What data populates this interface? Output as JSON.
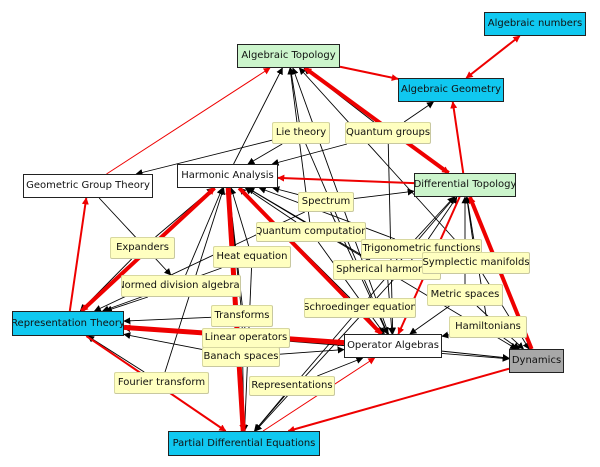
{
  "diagram": {
    "colors": {
      "edge_black": "#000000",
      "edge_red": "#ee0000",
      "node_green": "#ccf5cc",
      "node_blue": "#10c8f0",
      "node_grey": "#a8a8a8",
      "node_white": "#ffffff",
      "node_yellow": "#ffffc0"
    },
    "nodes": [
      {
        "id": "algebraic-numbers",
        "label": "Algebraic numbers",
        "style": "blue"
      },
      {
        "id": "algebraic-topology",
        "label": "Algebraic Topology",
        "style": "green"
      },
      {
        "id": "algebraic-geometry",
        "label": "Algebraic Geometry",
        "style": "blue"
      },
      {
        "id": "lie-theory",
        "label": "Lie theory",
        "style": "yellow"
      },
      {
        "id": "quantum-groups",
        "label": "Quantum groups",
        "style": "yellow"
      },
      {
        "id": "geometric-group-theory",
        "label": "Geometric Group Theory",
        "style": "white"
      },
      {
        "id": "harmonic-analysis",
        "label": "Harmonic Analysis",
        "style": "white"
      },
      {
        "id": "differential-topology",
        "label": "Differential Topology",
        "style": "green"
      },
      {
        "id": "spectrum",
        "label": "Spectrum",
        "style": "yellow"
      },
      {
        "id": "quantum-computation",
        "label": "Quantum computation",
        "style": "yellow"
      },
      {
        "id": "trigonometric-functions",
        "label": "Trigonometric functions",
        "style": "yellow"
      },
      {
        "id": "expanders",
        "label": "Expanders",
        "style": "yellow"
      },
      {
        "id": "heat-equation",
        "label": "Heat equation",
        "style": "yellow"
      },
      {
        "id": "spherical-harmonics",
        "label": "Spherical harmonics",
        "style": "yellow"
      },
      {
        "id": "symplectic-manifolds",
        "label": "Symplectic manifolds",
        "style": "yellow"
      },
      {
        "id": "normed-division-algebras",
        "label": "Normed division algebras",
        "style": "yellow"
      },
      {
        "id": "metric-spaces",
        "label": "Metric spaces",
        "style": "yellow"
      },
      {
        "id": "schroedinger-equation",
        "label": "Schroedinger equation",
        "style": "yellow"
      },
      {
        "id": "transforms",
        "label": "Transforms",
        "style": "yellow"
      },
      {
        "id": "representation-theory",
        "label": "Representation Theory",
        "style": "blue"
      },
      {
        "id": "hamiltonians",
        "label": "Hamiltonians",
        "style": "yellow"
      },
      {
        "id": "linear-operators",
        "label": "Linear operators",
        "style": "yellow"
      },
      {
        "id": "operator-algebras",
        "label": "Operator Algebras",
        "style": "white"
      },
      {
        "id": "banach-spaces",
        "label": "Banach spaces",
        "style": "yellow"
      },
      {
        "id": "dynamics",
        "label": "Dynamics",
        "style": "grey"
      },
      {
        "id": "fourier-transform",
        "label": "Fourier transform",
        "style": "yellow"
      },
      {
        "id": "representations",
        "label": "Representations",
        "style": "yellow"
      },
      {
        "id": "partial-differential-equations",
        "label": "Partial Differential Equations",
        "style": "blue"
      }
    ],
    "edges": [
      {
        "from": "algebraic-topology",
        "to": "algebraic-geometry",
        "color": "red",
        "weight": 2
      },
      {
        "from": "algebraic-geometry",
        "to": "algebraic-numbers",
        "color": "red",
        "weight": 2
      },
      {
        "from": "algebraic-numbers",
        "to": "algebraic-geometry",
        "color": "red",
        "weight": 1
      },
      {
        "from": "differential-topology",
        "to": "algebraic-topology",
        "color": "red",
        "weight": 4
      },
      {
        "from": "differential-topology",
        "to": "algebraic-geometry",
        "color": "red",
        "weight": 2
      },
      {
        "from": "differential-topology",
        "to": "harmonic-analysis",
        "color": "red",
        "weight": 2
      },
      {
        "from": "differential-topology",
        "to": "operator-algebras",
        "color": "red",
        "weight": 2
      },
      {
        "from": "geometric-group-theory",
        "to": "algebraic-topology",
        "color": "red",
        "weight": 1
      },
      {
        "from": "representation-theory",
        "to": "geometric-group-theory",
        "color": "red",
        "weight": 2
      },
      {
        "from": "harmonic-analysis",
        "to": "representation-theory",
        "color": "red",
        "weight": 4
      },
      {
        "from": "representation-theory",
        "to": "harmonic-analysis",
        "color": "red",
        "weight": 2
      },
      {
        "from": "harmonic-analysis",
        "to": "partial-differential-equations",
        "color": "red",
        "weight": 5
      },
      {
        "from": "harmonic-analysis",
        "to": "operator-algebras",
        "color": "red",
        "weight": 4
      },
      {
        "from": "representation-theory",
        "to": "operator-algebras",
        "color": "red",
        "weight": 5
      },
      {
        "from": "operator-algebras",
        "to": "representation-theory",
        "color": "red",
        "weight": 2
      },
      {
        "from": "representation-theory",
        "to": "partial-differential-equations",
        "color": "red",
        "weight": 2
      },
      {
        "from": "partial-differential-equations",
        "to": "harmonic-analysis",
        "color": "red",
        "weight": 4
      },
      {
        "from": "partial-differential-equations",
        "to": "operator-algebras",
        "color": "red",
        "weight": 1
      },
      {
        "from": "dynamics",
        "to": "partial-differential-equations",
        "color": "red",
        "weight": 2
      },
      {
        "from": "dynamics",
        "to": "differential-topology",
        "color": "red",
        "weight": 4
      },
      {
        "from": "algebraic-topology",
        "to": "differential-topology",
        "color": "red",
        "weight": 2
      },
      {
        "from": "lie-theory",
        "to": "algebraic-topology",
        "color": "black",
        "weight": 1
      },
      {
        "from": "lie-theory",
        "to": "geometric-group-theory",
        "color": "black",
        "weight": 1
      },
      {
        "from": "lie-theory",
        "to": "harmonic-analysis",
        "color": "black",
        "weight": 1
      },
      {
        "from": "lie-theory",
        "to": "operator-algebras",
        "color": "black",
        "weight": 1
      },
      {
        "from": "quantum-groups",
        "to": "algebraic-topology",
        "color": "black",
        "weight": 1
      },
      {
        "from": "quantum-groups",
        "to": "algebraic-geometry",
        "color": "black",
        "weight": 1
      },
      {
        "from": "quantum-groups",
        "to": "harmonic-analysis",
        "color": "black",
        "weight": 1
      },
      {
        "from": "quantum-groups",
        "to": "operator-algebras",
        "color": "black",
        "weight": 1
      },
      {
        "from": "spectrum",
        "to": "harmonic-analysis",
        "color": "black",
        "weight": 1
      },
      {
        "from": "spectrum",
        "to": "representation-theory",
        "color": "black",
        "weight": 1
      },
      {
        "from": "spectrum",
        "to": "differential-topology",
        "color": "black",
        "weight": 1
      },
      {
        "from": "spectrum",
        "to": "operator-algebras",
        "color": "black",
        "weight": 1
      },
      {
        "from": "quantum-computation",
        "to": "algebraic-topology",
        "color": "black",
        "weight": 1
      },
      {
        "from": "quantum-computation",
        "to": "harmonic-analysis",
        "color": "black",
        "weight": 1
      },
      {
        "from": "quantum-computation",
        "to": "operator-algebras",
        "color": "black",
        "weight": 1
      },
      {
        "from": "trigonometric-functions",
        "to": "harmonic-analysis",
        "color": "black",
        "weight": 1
      },
      {
        "from": "trigonometric-functions",
        "to": "differential-topology",
        "color": "black",
        "weight": 1
      },
      {
        "from": "trigonometric-functions",
        "to": "partial-differential-equations",
        "color": "black",
        "weight": 1
      },
      {
        "from": "expanders",
        "to": "harmonic-analysis",
        "color": "black",
        "weight": 1
      },
      {
        "from": "expanders",
        "to": "representation-theory",
        "color": "black",
        "weight": 1
      },
      {
        "from": "heat-equation",
        "to": "harmonic-analysis",
        "color": "black",
        "weight": 1
      },
      {
        "from": "heat-equation",
        "to": "representation-theory",
        "color": "black",
        "weight": 1
      },
      {
        "from": "heat-equation",
        "to": "partial-differential-equations",
        "color": "black",
        "weight": 1
      },
      {
        "from": "spherical-harmonics",
        "to": "harmonic-analysis",
        "color": "black",
        "weight": 1
      },
      {
        "from": "spherical-harmonics",
        "to": "differential-topology",
        "color": "black",
        "weight": 1
      },
      {
        "from": "spherical-harmonics",
        "to": "operator-algebras",
        "color": "black",
        "weight": 1
      },
      {
        "from": "symplectic-manifolds",
        "to": "differential-topology",
        "color": "black",
        "weight": 1
      },
      {
        "from": "symplectic-manifolds",
        "to": "dynamics",
        "color": "black",
        "weight": 1
      },
      {
        "from": "symplectic-manifolds",
        "to": "algebraic-topology",
        "color": "black",
        "weight": 1
      },
      {
        "from": "normed-division-algebras",
        "to": "harmonic-analysis",
        "color": "black",
        "weight": 1
      },
      {
        "from": "normed-division-algebras",
        "to": "representation-theory",
        "color": "black",
        "weight": 1
      },
      {
        "from": "metric-spaces",
        "to": "differential-topology",
        "color": "black",
        "weight": 1
      },
      {
        "from": "metric-spaces",
        "to": "operator-algebras",
        "color": "black",
        "weight": 1
      },
      {
        "from": "metric-spaces",
        "to": "dynamics",
        "color": "black",
        "weight": 1
      },
      {
        "from": "schroedinger-equation",
        "to": "harmonic-analysis",
        "color": "black",
        "weight": 1
      },
      {
        "from": "schroedinger-equation",
        "to": "operator-algebras",
        "color": "black",
        "weight": 1
      },
      {
        "from": "schroedinger-equation",
        "to": "differential-topology",
        "color": "black",
        "weight": 1
      },
      {
        "from": "schroedinger-equation",
        "to": "partial-differential-equations",
        "color": "black",
        "weight": 1
      },
      {
        "from": "transforms",
        "to": "harmonic-analysis",
        "color": "black",
        "weight": 1
      },
      {
        "from": "transforms",
        "to": "representation-theory",
        "color": "black",
        "weight": 1
      },
      {
        "from": "transforms",
        "to": "partial-differential-equations",
        "color": "black",
        "weight": 1
      },
      {
        "from": "hamiltonians",
        "to": "dynamics",
        "color": "black",
        "weight": 1
      },
      {
        "from": "hamiltonians",
        "to": "operator-algebras",
        "color": "black",
        "weight": 1
      },
      {
        "from": "hamiltonians",
        "to": "differential-topology",
        "color": "black",
        "weight": 1
      },
      {
        "from": "linear-operators",
        "to": "operator-algebras",
        "color": "black",
        "weight": 1
      },
      {
        "from": "linear-operators",
        "to": "representation-theory",
        "color": "black",
        "weight": 1
      },
      {
        "from": "linear-operators",
        "to": "harmonic-analysis",
        "color": "black",
        "weight": 1
      },
      {
        "from": "banach-spaces",
        "to": "operator-algebras",
        "color": "black",
        "weight": 1
      },
      {
        "from": "banach-spaces",
        "to": "representation-theory",
        "color": "black",
        "weight": 1
      },
      {
        "from": "banach-spaces",
        "to": "harmonic-analysis",
        "color": "black",
        "weight": 1
      },
      {
        "from": "fourier-transform",
        "to": "harmonic-analysis",
        "color": "black",
        "weight": 1
      },
      {
        "from": "fourier-transform",
        "to": "representation-theory",
        "color": "black",
        "weight": 1
      },
      {
        "from": "representations",
        "to": "operator-algebras",
        "color": "black",
        "weight": 1
      },
      {
        "from": "representations",
        "to": "partial-differential-equations",
        "color": "black",
        "weight": 1
      },
      {
        "from": "operator-algebras",
        "to": "dynamics",
        "color": "black",
        "weight": 1
      },
      {
        "from": "operator-algebras",
        "to": "algebraic-topology",
        "color": "black",
        "weight": 1
      },
      {
        "from": "geometric-group-theory",
        "to": "normed-division-algebras",
        "color": "black",
        "weight": 1
      },
      {
        "from": "harmonic-analysis",
        "to": "algebraic-topology",
        "color": "black",
        "weight": 1
      },
      {
        "from": "harmonic-analysis",
        "to": "dynamics",
        "color": "black",
        "weight": 1
      },
      {
        "from": "representation-theory",
        "to": "dynamics",
        "color": "black",
        "weight": 1
      }
    ]
  }
}
